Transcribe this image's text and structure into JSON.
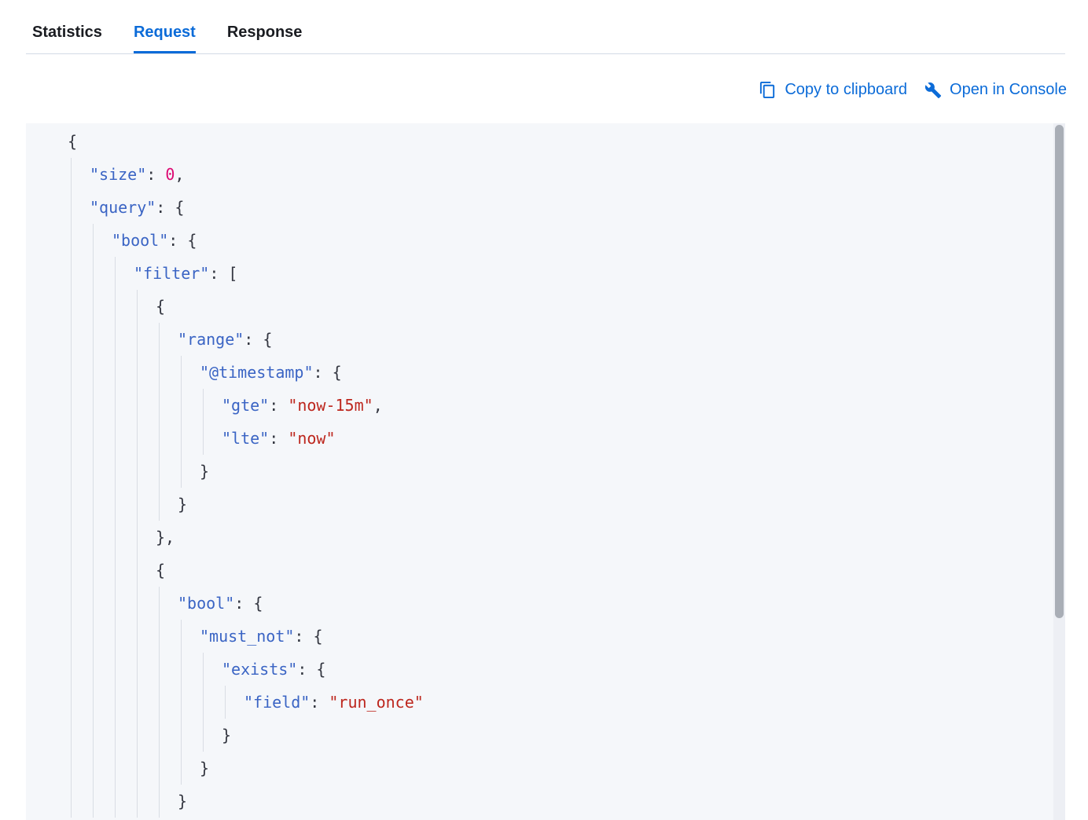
{
  "tabs": [
    {
      "label": "Statistics",
      "active": false
    },
    {
      "label": "Request",
      "active": true
    },
    {
      "label": "Response",
      "active": false
    }
  ],
  "actions": {
    "copy_label": "Copy to clipboard",
    "console_label": "Open in Console"
  },
  "colors": {
    "accent": "#0b6bd8",
    "tab_text": "#1a1c21",
    "code_bg": "#f5f7fa",
    "key": "#3a64c4",
    "string": "#bd271e",
    "number": "#dd0a73",
    "punctuation": "#343741",
    "indent_guide": "#d9dde4",
    "divider": "#d3dae6",
    "scroll_thumb": "#a9aeb6",
    "scroll_track": "#edeff4"
  },
  "code": {
    "language": "json",
    "lines": [
      {
        "i": 0,
        "t": [
          [
            "pun",
            "{"
          ]
        ]
      },
      {
        "i": 1,
        "t": [
          [
            "key",
            "\"size\""
          ],
          [
            "pun",
            ": "
          ],
          [
            "num",
            "0"
          ],
          [
            "pun",
            ","
          ]
        ]
      },
      {
        "i": 1,
        "t": [
          [
            "key",
            "\"query\""
          ],
          [
            "pun",
            ": {"
          ]
        ]
      },
      {
        "i": 2,
        "t": [
          [
            "key",
            "\"bool\""
          ],
          [
            "pun",
            ": {"
          ]
        ]
      },
      {
        "i": 3,
        "t": [
          [
            "key",
            "\"filter\""
          ],
          [
            "pun",
            ": ["
          ]
        ]
      },
      {
        "i": 4,
        "t": [
          [
            "pun",
            "{"
          ]
        ]
      },
      {
        "i": 5,
        "t": [
          [
            "key",
            "\"range\""
          ],
          [
            "pun",
            ": {"
          ]
        ]
      },
      {
        "i": 6,
        "t": [
          [
            "key",
            "\"@timestamp\""
          ],
          [
            "pun",
            ": {"
          ]
        ]
      },
      {
        "i": 7,
        "t": [
          [
            "key",
            "\"gte\""
          ],
          [
            "pun",
            ": "
          ],
          [
            "str",
            "\"now-15m\""
          ],
          [
            "pun",
            ","
          ]
        ]
      },
      {
        "i": 7,
        "t": [
          [
            "key",
            "\"lte\""
          ],
          [
            "pun",
            ": "
          ],
          [
            "str",
            "\"now\""
          ]
        ]
      },
      {
        "i": 6,
        "t": [
          [
            "pun",
            "}"
          ]
        ]
      },
      {
        "i": 5,
        "t": [
          [
            "pun",
            "}"
          ]
        ]
      },
      {
        "i": 4,
        "t": [
          [
            "pun",
            "},"
          ]
        ]
      },
      {
        "i": 4,
        "t": [
          [
            "pun",
            "{"
          ]
        ]
      },
      {
        "i": 5,
        "t": [
          [
            "key",
            "\"bool\""
          ],
          [
            "pun",
            ": {"
          ]
        ]
      },
      {
        "i": 6,
        "t": [
          [
            "key",
            "\"must_not\""
          ],
          [
            "pun",
            ": {"
          ]
        ]
      },
      {
        "i": 7,
        "t": [
          [
            "key",
            "\"exists\""
          ],
          [
            "pun",
            ": {"
          ]
        ]
      },
      {
        "i": 8,
        "t": [
          [
            "key",
            "\"field\""
          ],
          [
            "pun",
            ": "
          ],
          [
            "str",
            "\"run_once\""
          ]
        ]
      },
      {
        "i": 7,
        "t": [
          [
            "pun",
            "}"
          ]
        ]
      },
      {
        "i": 6,
        "t": [
          [
            "pun",
            "}"
          ]
        ]
      },
      {
        "i": 5,
        "t": [
          [
            "pun",
            "}"
          ]
        ]
      }
    ]
  }
}
